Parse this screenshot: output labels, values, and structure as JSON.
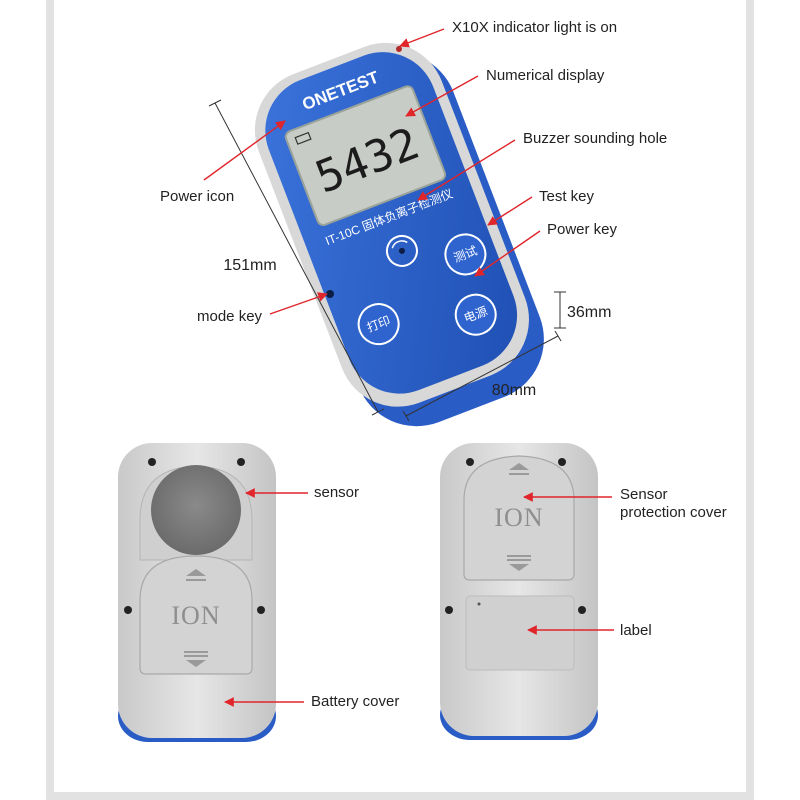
{
  "device": {
    "brand": "ONETEST",
    "model_text": "IT-10C 固体负离子检测仪",
    "display_reading": "5432",
    "print_key_text": "打印",
    "test_key_text": "测试",
    "power_key_text": "电源",
    "ion_text": "ION"
  },
  "dimensions": {
    "length": "151mm",
    "width": "80mm",
    "thickness": "36mm"
  },
  "callouts": {
    "indicator_light": "X10X indicator light is on",
    "numerical_display": "Numerical display",
    "buzzer_hole": "Buzzer sounding hole",
    "power_icon": "Power icon",
    "test_key": "Test key",
    "power_key": "Power key",
    "mode_key": "mode key",
    "sensor": "sensor",
    "battery_cover": "Battery cover",
    "sensor_cover_line1": "Sensor",
    "sensor_cover_line2": "protection cover",
    "label": "label"
  },
  "colors": {
    "device_blue": "#2a5cc6",
    "shell_grey": "#d9d9d9",
    "lcd_bg": "#c8ccc6",
    "arrow_red": "#e0252b",
    "frame_grey": "#e2e2e2"
  }
}
